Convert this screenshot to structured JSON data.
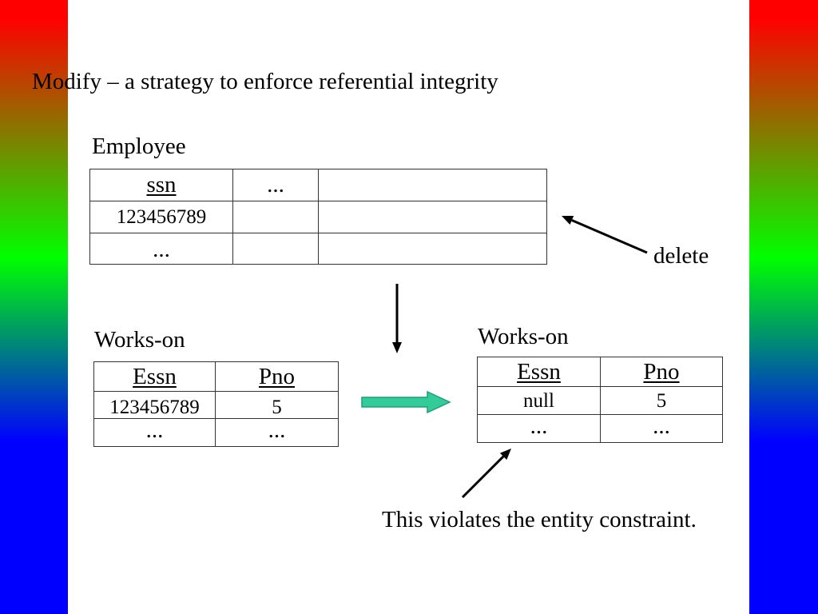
{
  "slide": {
    "title": "Modify – a strategy to enforce referential integrity",
    "bar_colors": {
      "top": "#ff0000",
      "middle": "#00ff00",
      "bottom": "#0000ff"
    }
  },
  "employee": {
    "label": "Employee",
    "headers": [
      "ssn",
      "..."
    ],
    "rows": [
      [
        "123456789"
      ],
      [
        "..."
      ]
    ]
  },
  "delete_label": "delete",
  "works_on_before": {
    "label": "Works-on",
    "headers": [
      "Essn",
      "Pno"
    ],
    "rows": [
      [
        "123456789",
        "5"
      ],
      [
        "...",
        "..."
      ]
    ]
  },
  "works_on_after": {
    "label": "Works-on",
    "headers": [
      "Essn",
      "Pno"
    ],
    "rows": [
      [
        "null",
        "5"
      ],
      [
        "...",
        "..."
      ]
    ]
  },
  "note": "This violates the entity constraint.",
  "arrow_colors": {
    "pointer": "#000000",
    "transition_fill": "#33cc99",
    "transition_stroke": "#1f9e78"
  }
}
